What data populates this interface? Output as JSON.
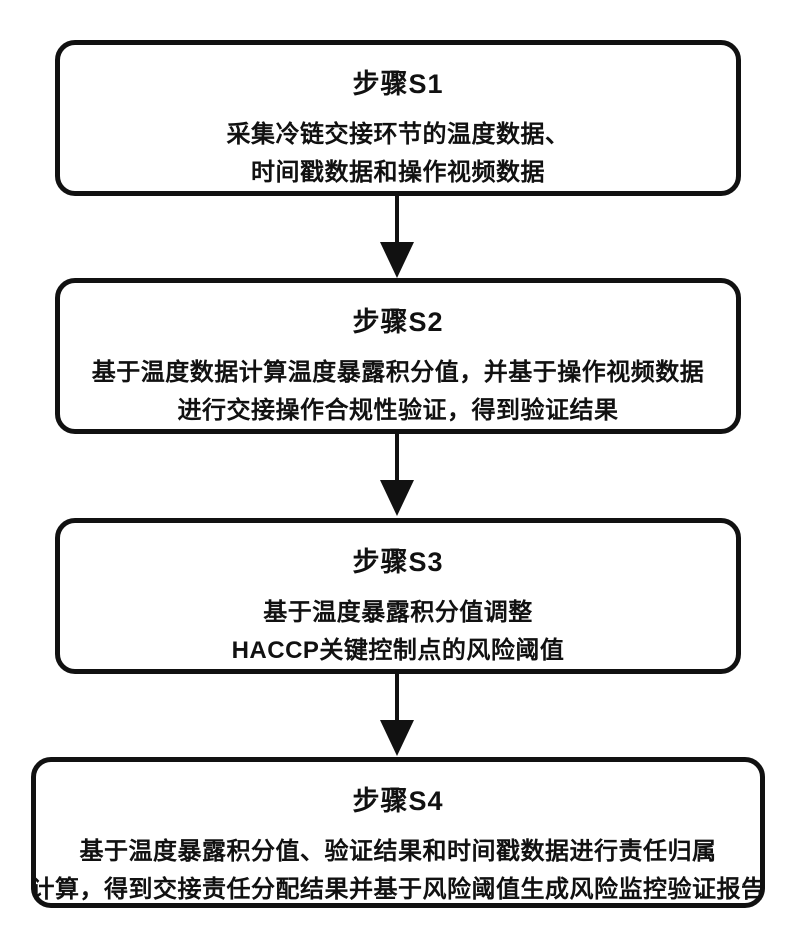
{
  "figure": {
    "type": "flowchart",
    "background_color": "#ffffff",
    "line_color": "#111111",
    "steps": [
      {
        "title": "步骤S1",
        "lines": [
          "采集冷链交接环节的温度数据、",
          "时间戳数据和操作视频数据"
        ]
      },
      {
        "title": "步骤S2",
        "lines": [
          "基于温度数据计算温度暴露积分值，并基于操作视频数据",
          "进行交接操作合规性验证，得到验证结果"
        ]
      },
      {
        "title": "步骤S3",
        "lines": [
          "基于温度暴露积分值调整",
          "HACCP关键控制点的风险阈值"
        ]
      },
      {
        "title": "步骤S4",
        "lines": [
          "基于温度暴露积分值、验证结果和时间戳数据进行责任归属",
          "计算，得到交接责任分配结果并基于风险阈值生成风险监控验证报告"
        ]
      }
    ]
  }
}
